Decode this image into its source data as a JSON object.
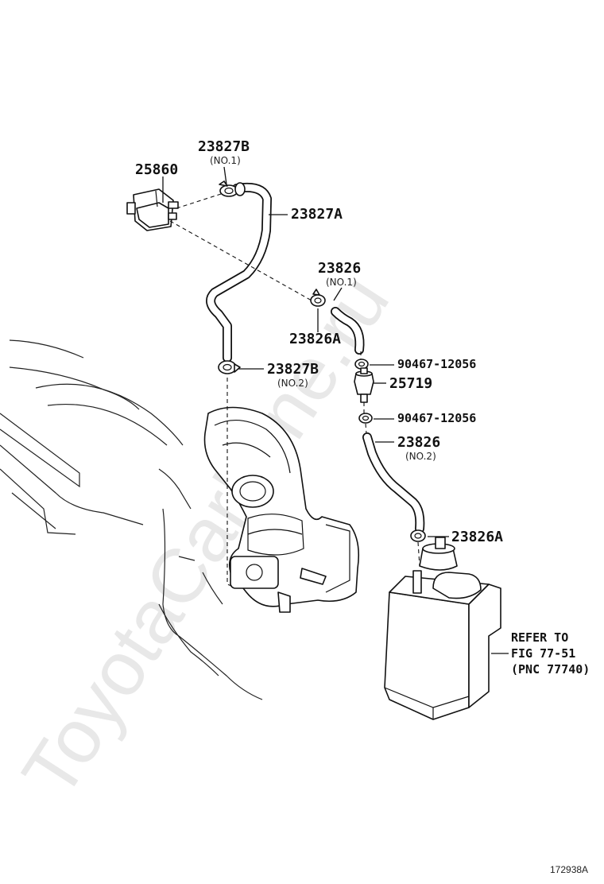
{
  "watermark": "ToyotaCarMine.ru",
  "figure_number": "172938A",
  "callouts": {
    "vsv": "25860",
    "clamp_no1_top": "23827B",
    "clamp_no1_top_sub": "(NO.1)",
    "hose_main": "23827A",
    "hose_no1": "23826",
    "hose_no1_sub": "(NO.1)",
    "clamp_small_upper": "23826A",
    "clamp_lower": "23827B",
    "clamp_lower_sub": "(NO.2)",
    "clip_upper": "90467-12056",
    "valve": "25719",
    "clip_lower": "90467-12056",
    "hose_no2": "23826",
    "hose_no2_sub": "(NO.2)",
    "clamp_canister": "23826A",
    "refer_line1": "REFER TO",
    "refer_line2": "FIG 77-51",
    "refer_line3": "(PNC 77740)"
  },
  "icons": {
    "vsv": "vacuum-switching-valve-icon",
    "valve": "check-valve-icon",
    "canister": "charcoal-canister-icon",
    "throttle": "throttle-body-icon",
    "engine": "engine-outline-icon"
  }
}
